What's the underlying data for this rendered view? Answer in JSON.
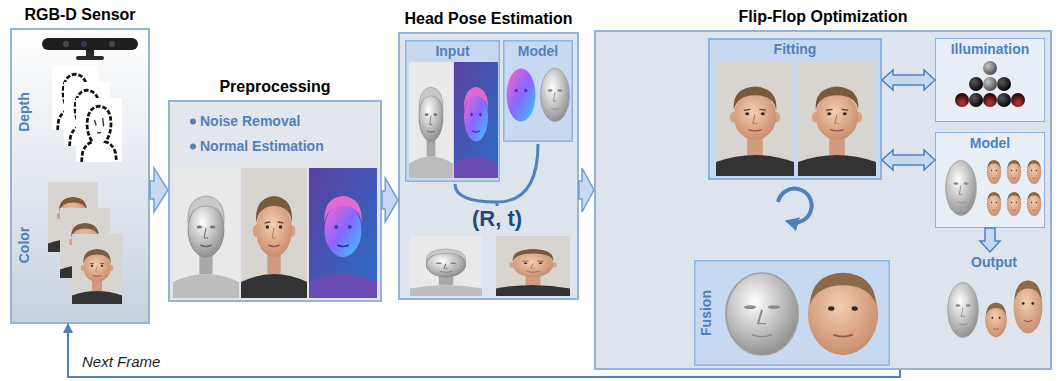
{
  "diagram": {
    "nodes": [
      {
        "text": [
          "RGB-D Sensor"
        ]
      },
      {
        "text": [
          "Preprocessing",
          "Noise Removal",
          "Normal Estimation"
        ]
      },
      {
        "text": [
          "Head Pose Estimation"
        ]
      },
      {
        "text": [
          "Input"
        ],
        "in": 2
      },
      {
        "text": [
          "Model"
        ],
        "in": 2
      },
      {
        "text": [
          "Flip-Flop Optimization"
        ]
      },
      {
        "text": [
          "Fitting"
        ],
        "in": 5
      },
      {
        "text": [
          "Illumination"
        ],
        "in": 5
      },
      {
        "text": [
          "Model"
        ],
        "in": 5
      },
      {
        "text": [
          "Output"
        ],
        "in": 5
      },
      {
        "text": [
          "Fusion"
        ],
        "in": 5
      }
    ],
    "edges": [
      {
        "from": 0,
        "to": 1,
        "arrow": "to"
      },
      {
        "from": 1,
        "to": 2,
        "arrow": "to"
      },
      {
        "from": 2,
        "to": 5,
        "arrow": "to"
      },
      {
        "from": 6,
        "to": 7,
        "arrow": "both"
      },
      {
        "from": 6,
        "to": 8,
        "arrow": "both"
      },
      {
        "from": 8,
        "to": 9,
        "arrow": "to"
      },
      {
        "from": 5,
        "to": 0,
        "label": "Next Frame",
        "arrow": "to"
      }
    ],
    "labels": [
      "Depth",
      "Color",
      "(R, t)"
    ]
  }
}
